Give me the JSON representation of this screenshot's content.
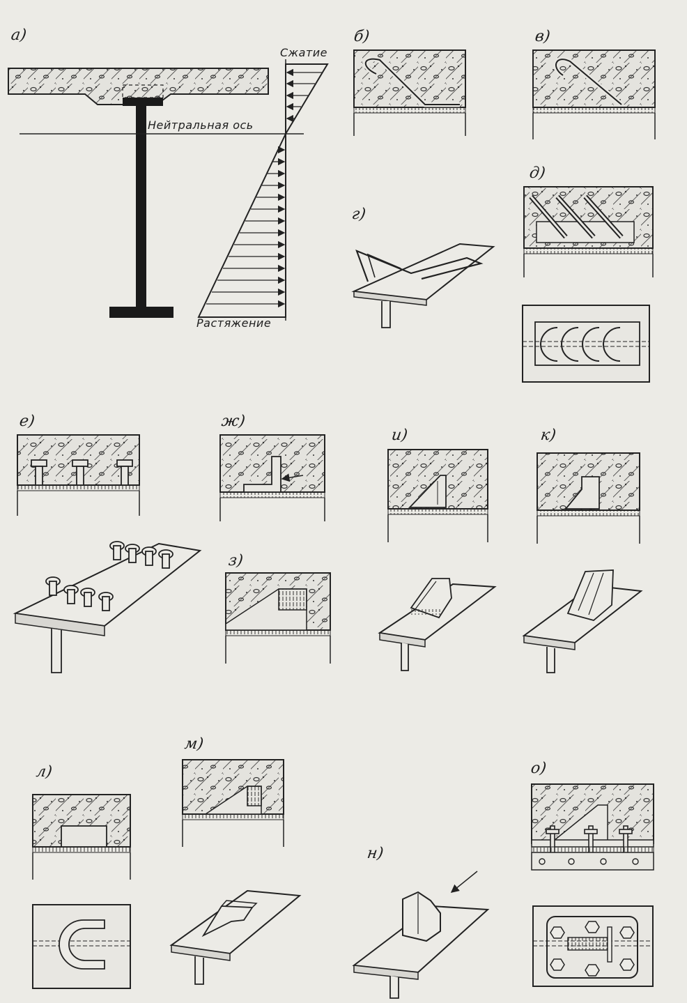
{
  "labels": {
    "a": "а)",
    "b": "б)",
    "v": "в)",
    "g": "г)",
    "d": "д)",
    "e": "е)",
    "zh": "ж)",
    "z": "з)",
    "i": "и)",
    "k": "к)",
    "l": "л)",
    "m": "м)",
    "n": "н)",
    "o": "о)"
  },
  "annotations": {
    "compression": "Сжатие",
    "neutral_axis": "Нейтральная ось",
    "tension": "Растяжение"
  }
}
